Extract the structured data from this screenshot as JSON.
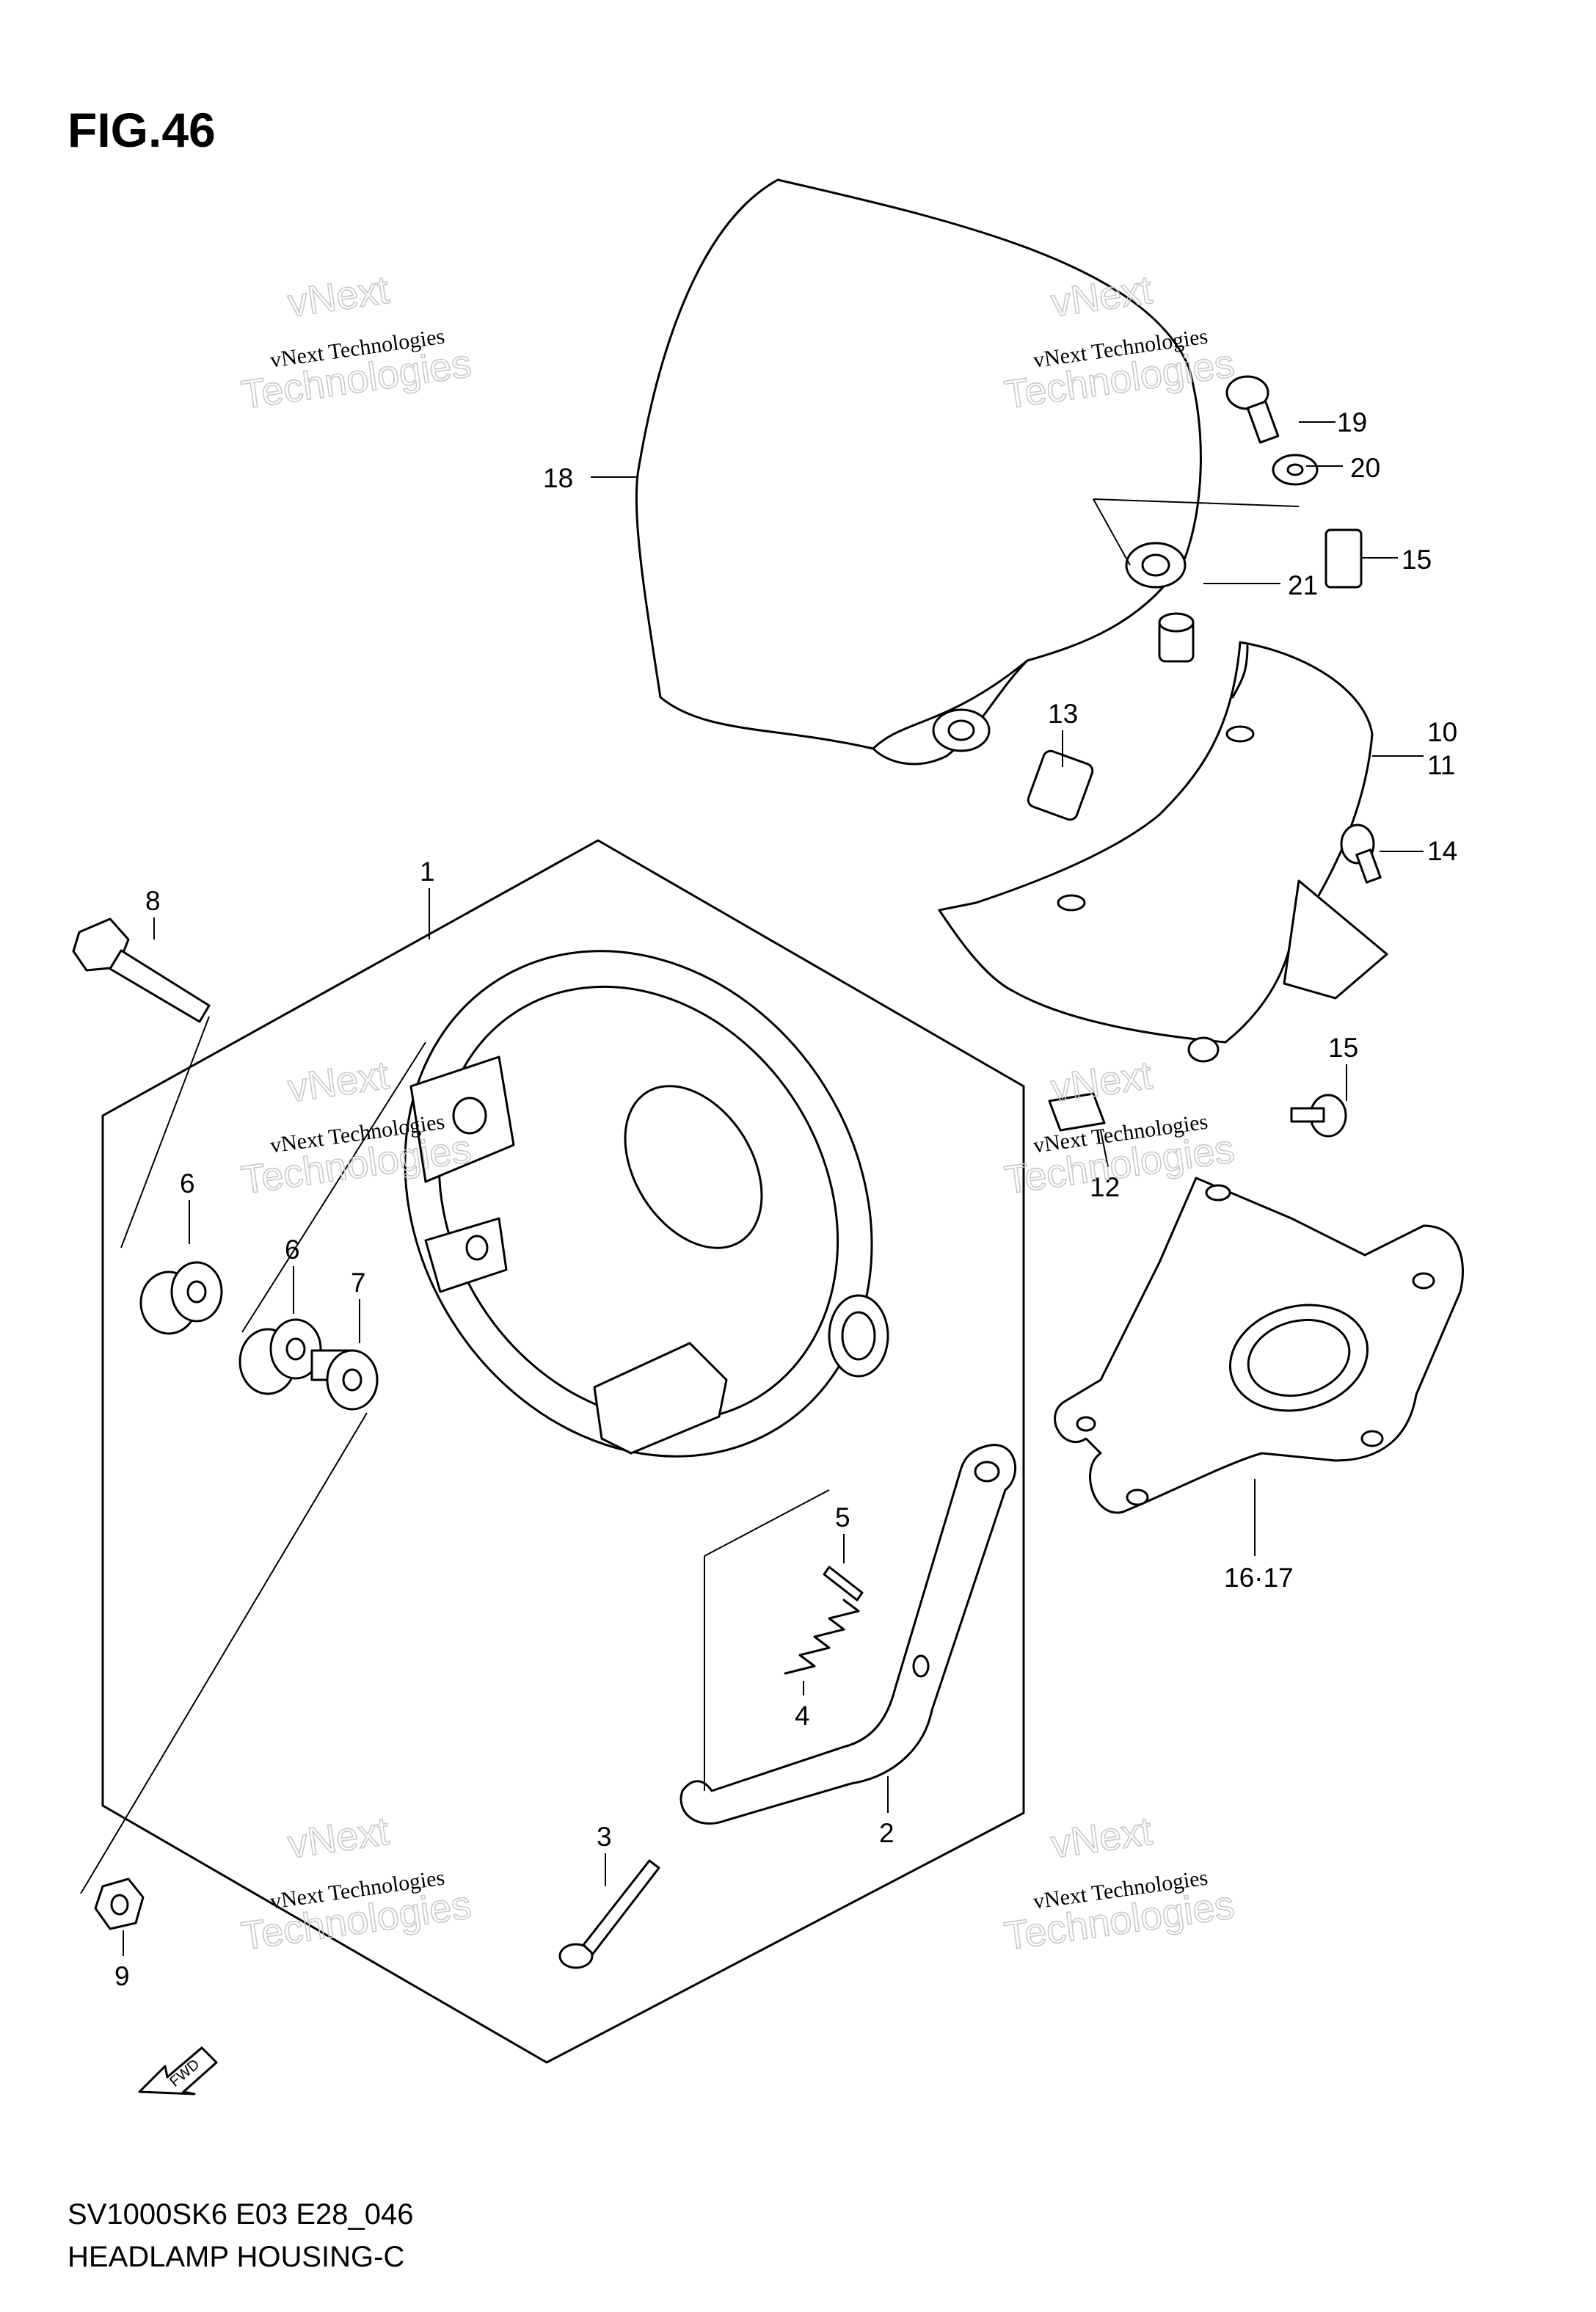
{
  "figure": {
    "title": "FIG.46",
    "code": "SV1000SK6 E03 E28_046",
    "caption": "HEADLAMP HOUSING-C",
    "fwd_label": "FWD"
  },
  "watermark": {
    "line1": "vNext Technologies",
    "line2": "Technologies",
    "line3": "vNext"
  },
  "callouts": [
    {
      "id": "c1",
      "text": "1"
    },
    {
      "id": "c2",
      "text": "2"
    },
    {
      "id": "c3",
      "text": "3"
    },
    {
      "id": "c4",
      "text": "4"
    },
    {
      "id": "c5",
      "text": "5"
    },
    {
      "id": "c6a",
      "text": "6"
    },
    {
      "id": "c6b",
      "text": "6"
    },
    {
      "id": "c7",
      "text": "7"
    },
    {
      "id": "c8",
      "text": "8"
    },
    {
      "id": "c9",
      "text": "9"
    },
    {
      "id": "c10",
      "text": "10"
    },
    {
      "id": "c11",
      "text": "11"
    },
    {
      "id": "c12",
      "text": "12"
    },
    {
      "id": "c13",
      "text": "13"
    },
    {
      "id": "c14",
      "text": "14"
    },
    {
      "id": "c15a",
      "text": "15"
    },
    {
      "id": "c15b",
      "text": "15"
    },
    {
      "id": "c1617",
      "text": "16·17"
    },
    {
      "id": "c18",
      "text": "18"
    },
    {
      "id": "c19",
      "text": "19"
    },
    {
      "id": "c20",
      "text": "20"
    },
    {
      "id": "c21",
      "text": "21"
    }
  ]
}
